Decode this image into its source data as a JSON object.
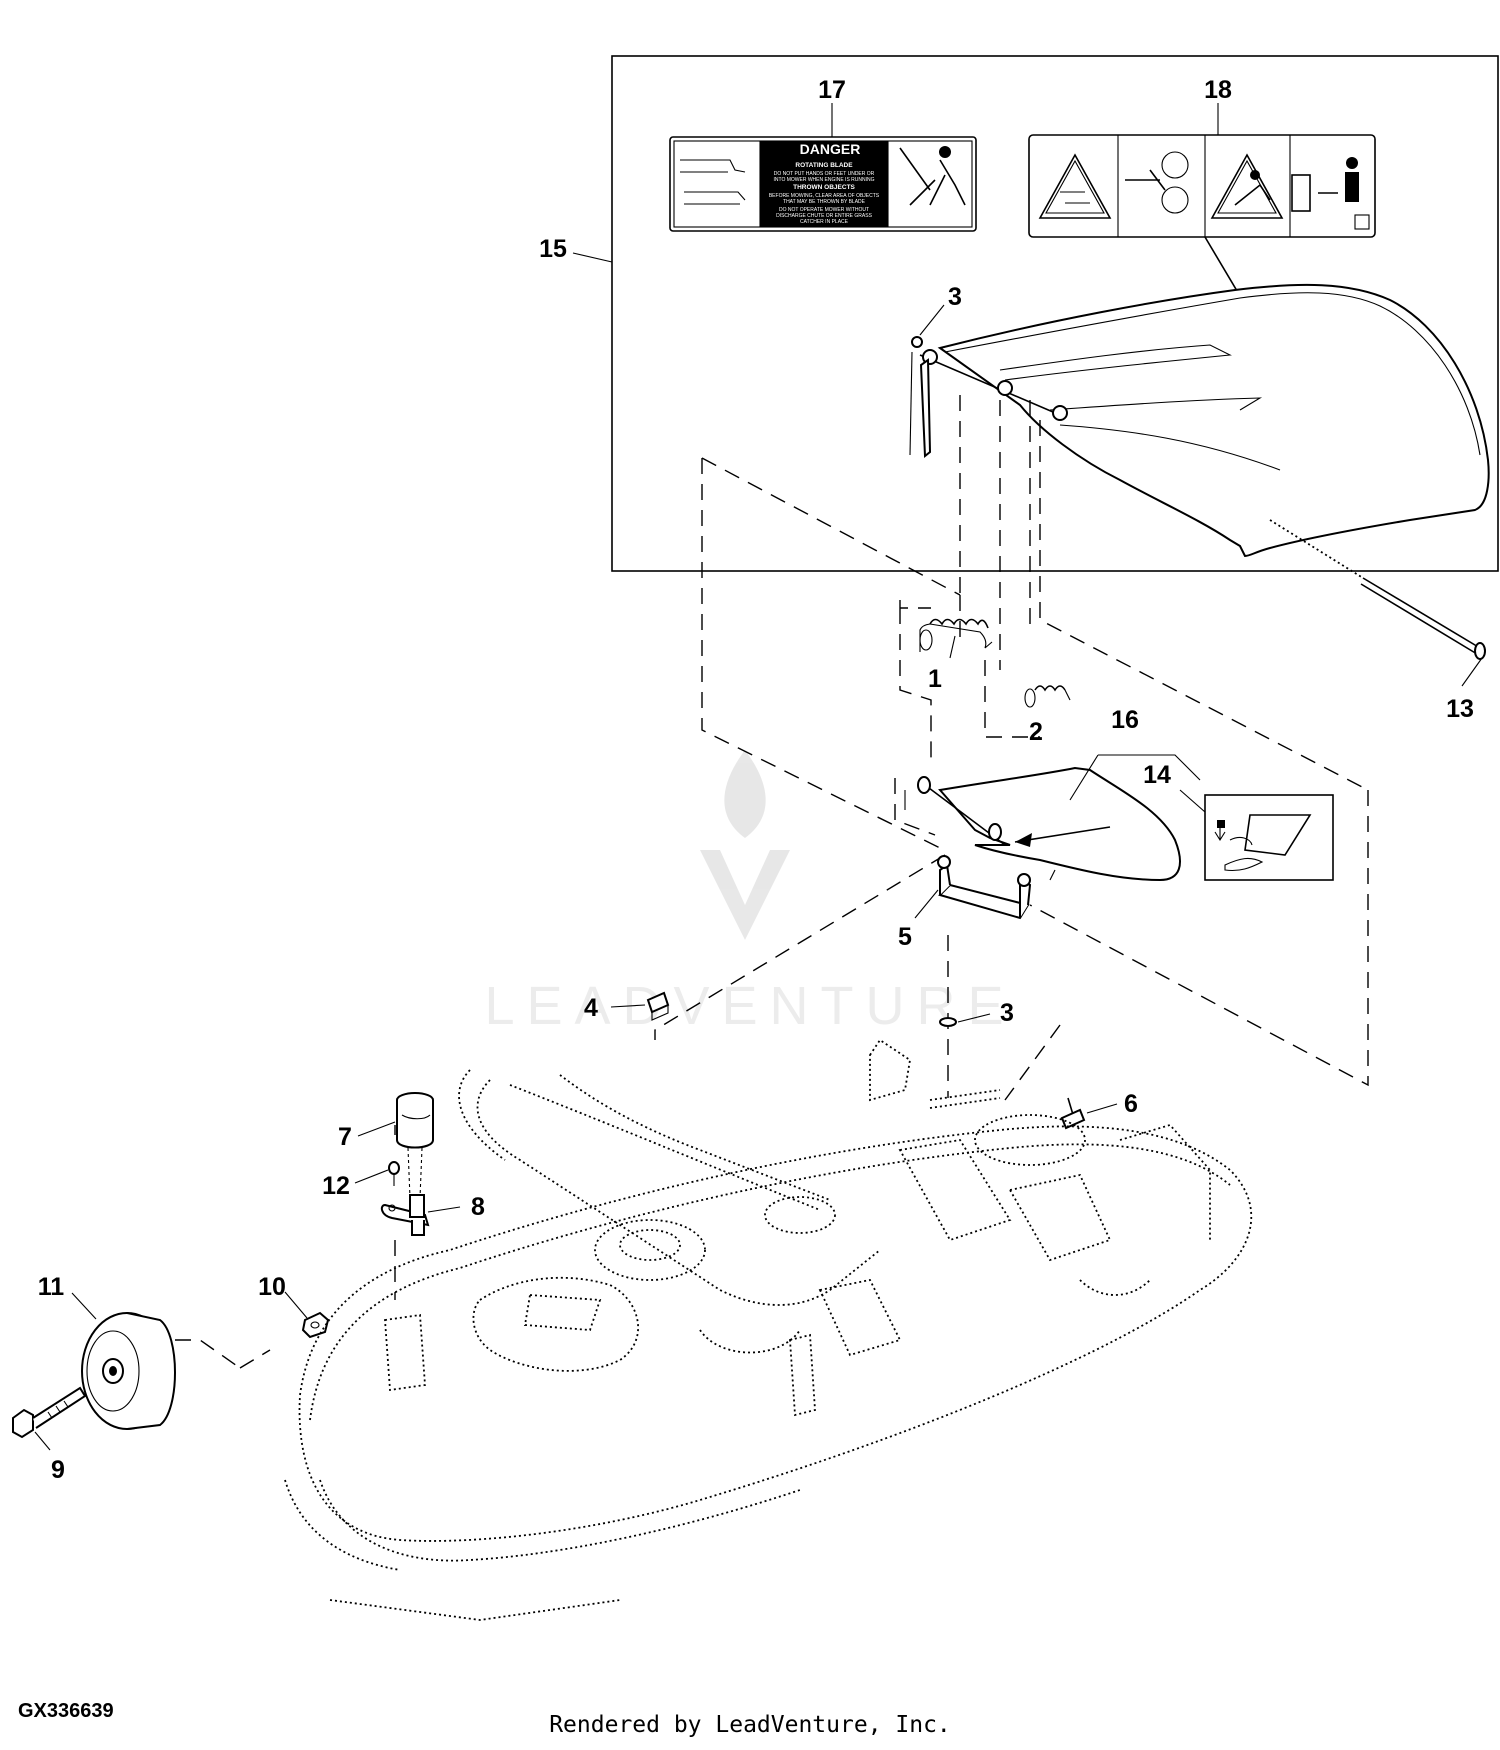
{
  "diagram": {
    "id": "GX336639",
    "footer": "Rendered by LeadVenture, Inc.",
    "watermark": "LEADVENTURE",
    "callouts": [
      "1",
      "2",
      "3",
      "3",
      "4",
      "5",
      "6",
      "7",
      "8",
      "9",
      "10",
      "11",
      "12",
      "13",
      "14",
      "15",
      "16",
      "17",
      "18"
    ],
    "decal_17": {
      "header": "DANGER",
      "line1": "ROTATING BLADE",
      "line2": "DO NOT PUT HANDS OR FEET UNDER OR",
      "line3": "INTO MOWER WHEN ENGINE IS RUNNING",
      "line4": "THROWN OBJECTS",
      "line5": "BEFORE MOWING, CLEAR AREA OF OBJECTS",
      "line6": "THAT MAY BE THROWN BY BLADE",
      "line7": "DO NOT OPERATE MOWER WITHOUT",
      "line8": "DISCHARGE CHUTE OR ENTIRE GRASS",
      "line9": "CATCHER IN PLACE"
    }
  }
}
